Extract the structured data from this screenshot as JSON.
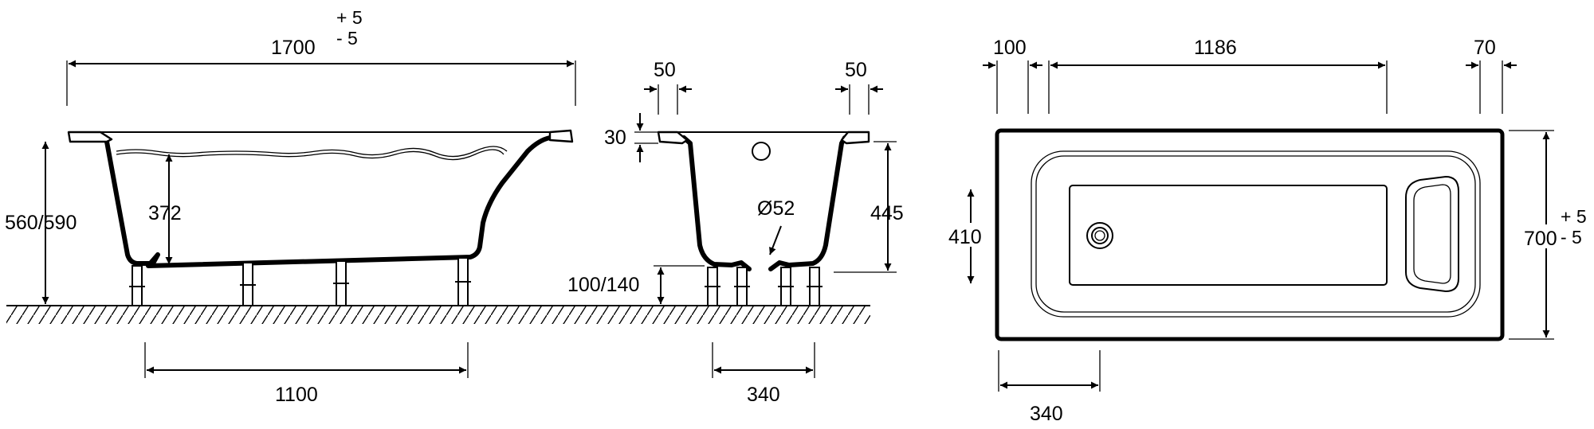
{
  "side_view": {
    "length": "1700",
    "length_tol_plus": "+ 5",
    "length_tol_minus": "- 5",
    "height": "560/590",
    "depth": "372",
    "leg_spacing": "1100"
  },
  "end_view": {
    "rim_left": "50",
    "rim_right": "50",
    "rim_thickness": "30",
    "depth": "445",
    "drain": "Ø52",
    "foot_height": "100/140",
    "leg_spacing": "340"
  },
  "top_view": {
    "left_margin": "100",
    "inner_length": "1186",
    "right_margin": "70",
    "inner_width": "410",
    "width": "700",
    "width_tol_plus": "+ 5",
    "width_tol_minus": "- 5",
    "drain_offset": "340"
  }
}
